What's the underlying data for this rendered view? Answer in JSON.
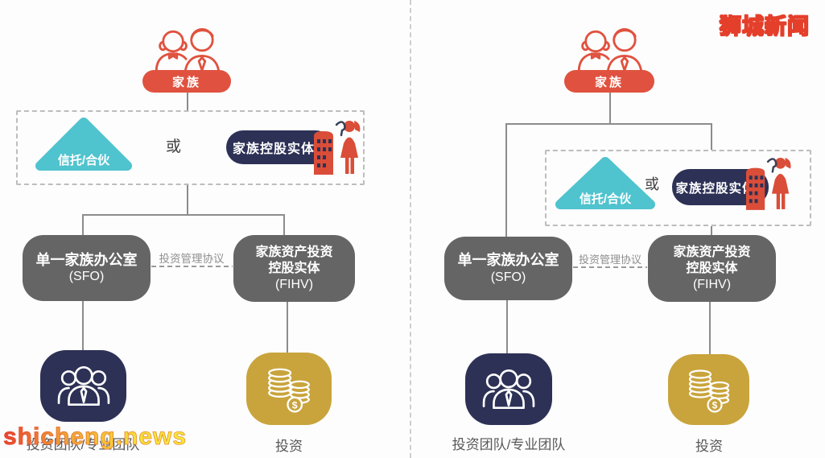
{
  "branding": {
    "logo": "狮城新闻",
    "watermark": "shicheng.news"
  },
  "labels": {
    "family": "家族",
    "trust_partnership": "信托/合伙",
    "or": "或",
    "family_holding_entity": "家族控股实体",
    "sfo_name": "单一家族办公室",
    "sfo_abbr": "(SFO)",
    "fihv_line1": "家族资产投资",
    "fihv_line2": "控股实体",
    "fihv_abbr": "(FIHV)",
    "investment_agreement": "投资管理协议",
    "investment_team": "投资团队/专业团队",
    "investment": "投资"
  },
  "colors": {
    "red": "#e0523f",
    "teal": "#4fc3ce",
    "navy": "#2d3156",
    "gray": "#656565",
    "gold": "#c9a43d",
    "connector": "#8c8c8c"
  }
}
